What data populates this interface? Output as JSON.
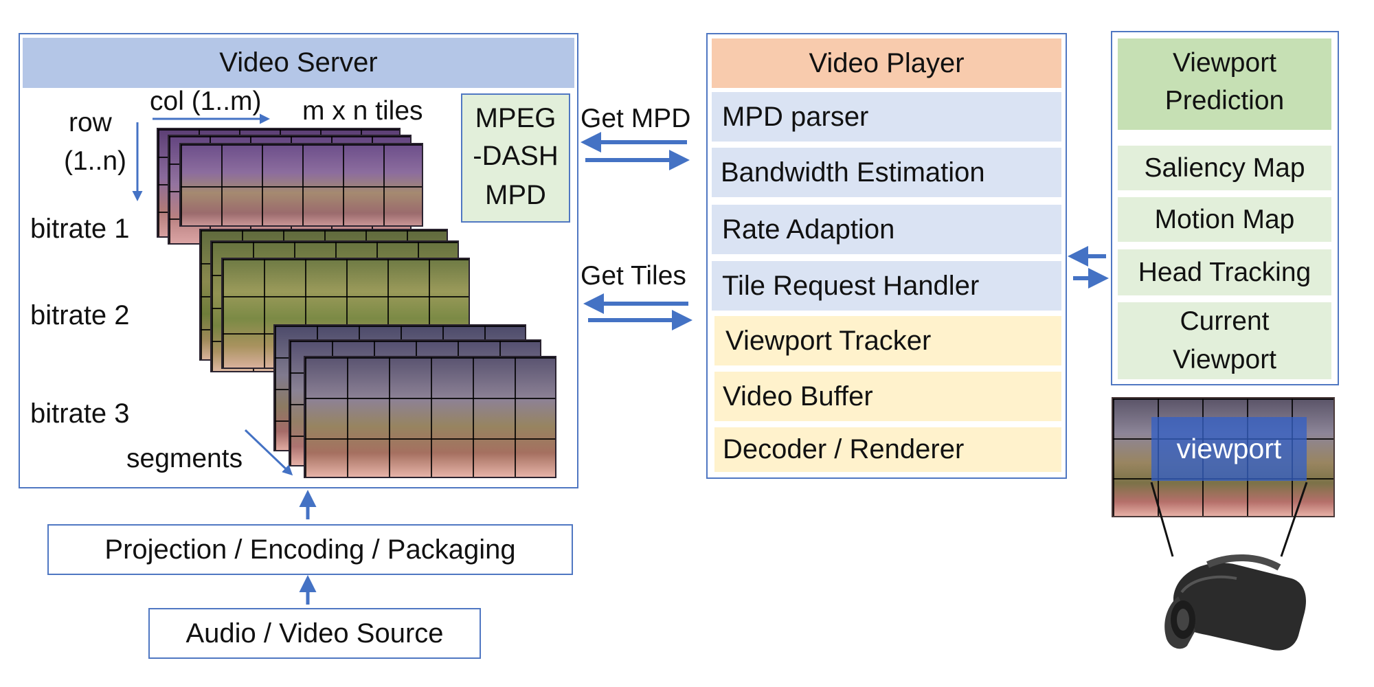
{
  "colors": {
    "accent_blue": "#4472c4",
    "server_header": "#b4c6e7",
    "player_header": "#f8cbad",
    "player_blue_row": "#dae3f3",
    "player_yellow_row": "#fff2cc",
    "prediction_header": "#c6e0b4",
    "prediction_row": "#e2efda",
    "mpd_box": "#e2efda"
  },
  "server": {
    "title": "Video Server",
    "col_label": "col (1..m)",
    "row_label_1": "row",
    "row_label_2": "(1..n)",
    "tiles_label": "m x n tiles",
    "bitrates": [
      "bitrate 1",
      "bitrate 2",
      "bitrate 3"
    ],
    "segments_label": "segments",
    "mpd_lines": [
      "MPEG",
      "-DASH",
      "MPD"
    ]
  },
  "pipeline": {
    "packaging": "Projection / Encoding / Packaging",
    "source": "Audio / Video Source"
  },
  "links": {
    "get_mpd": "Get MPD",
    "get_tiles": "Get Tiles"
  },
  "player": {
    "title": "Video Player",
    "rows": [
      {
        "label": "MPD parser",
        "kind": "blue"
      },
      {
        "label": "Bandwidth Estimation",
        "kind": "blue"
      },
      {
        "label": "Rate Adaption",
        "kind": "blue"
      },
      {
        "label": "Tile Request Handler",
        "kind": "blue"
      },
      {
        "label": "Viewport Tracker",
        "kind": "yellow"
      },
      {
        "label": "Video Buffer",
        "kind": "yellow"
      },
      {
        "label": "Decoder / Renderer",
        "kind": "yellow"
      }
    ]
  },
  "prediction": {
    "title_lines": [
      "Viewport",
      "Prediction"
    ],
    "rows": [
      {
        "lines": [
          "Saliency Map"
        ]
      },
      {
        "lines": [
          "Motion Map"
        ]
      },
      {
        "lines": [
          "Head Tracking"
        ]
      },
      {
        "lines": [
          "Current",
          "Viewport"
        ]
      }
    ],
    "viewport_label": "viewport",
    "headset_icon": "vr-headset-icon"
  }
}
